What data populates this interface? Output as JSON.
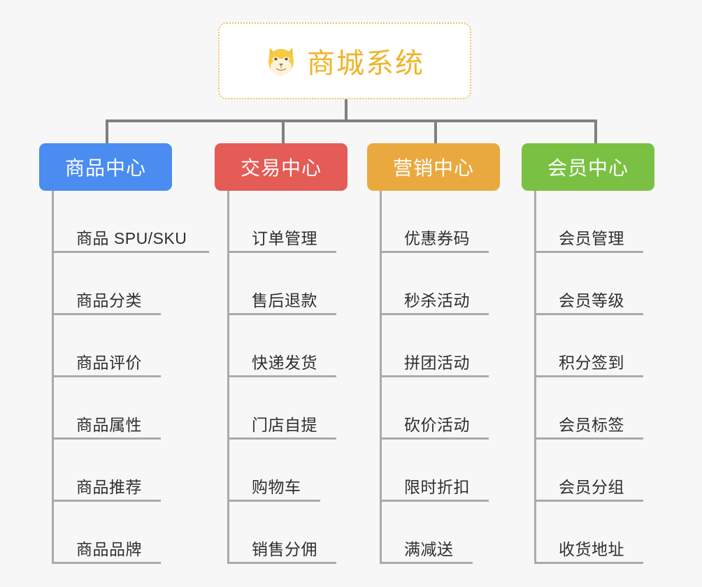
{
  "page": {
    "background_color": "#f7f7f7",
    "line_color": "#808080",
    "leaf_line_color": "#aaaaaa"
  },
  "root": {
    "title": "商城系统",
    "icon": "shiba-dog-face-icon",
    "text_color": "#f0b429",
    "border_color": "#f0c063",
    "background_color": "#ffffff"
  },
  "categories": [
    {
      "label": "商品中心",
      "color": "#4a8cf0",
      "items": [
        "商品 SPU/SKU",
        "商品分类",
        "商品评价",
        "商品属性",
        "商品推荐",
        "商品品牌"
      ]
    },
    {
      "label": "交易中心",
      "color": "#e55b55",
      "items": [
        "订单管理",
        "售后退款",
        "快递发货",
        "门店自提",
        "购物车",
        "销售分佣"
      ]
    },
    {
      "label": "营销中心",
      "color": "#eaa93f",
      "items": [
        "优惠券码",
        "秒杀活动",
        "拼团活动",
        "砍价活动",
        "限时折扣",
        "满减送"
      ]
    },
    {
      "label": "会员中心",
      "color": "#7ac143",
      "items": [
        "会员管理",
        "会员等级",
        "积分签到",
        "会员标签",
        "会员分组",
        "收货地址"
      ]
    }
  ]
}
